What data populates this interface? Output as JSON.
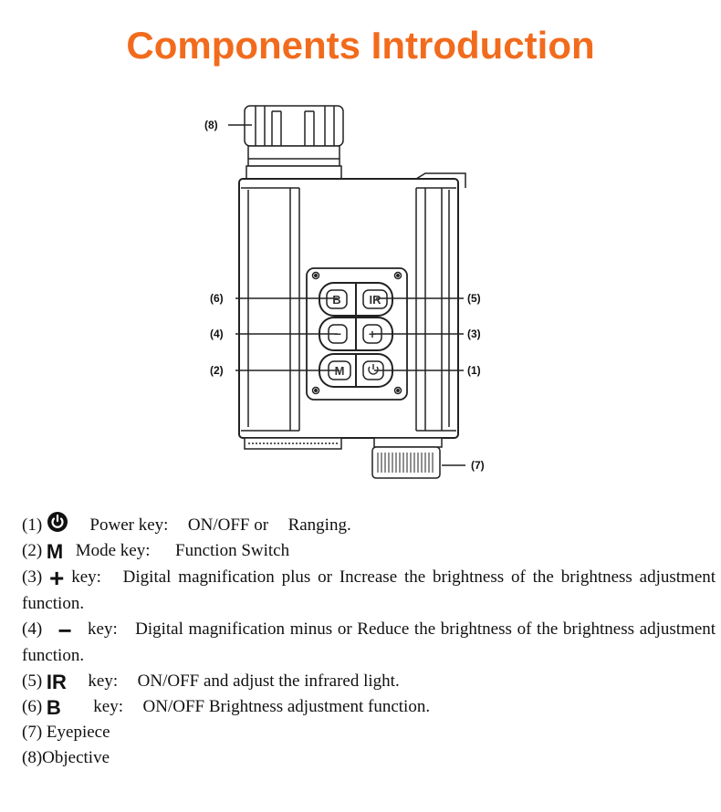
{
  "title": "Components Introduction",
  "callouts": {
    "c8": "(8)",
    "c6": "(6)",
    "c5": "(5)",
    "c4": "(4)",
    "c3": "(3)",
    "c2": "(2)",
    "c1": "(1)",
    "c7": "(7)"
  },
  "buttons": {
    "b": "B",
    "ir": "IR",
    "minus": "−",
    "plus": "+",
    "m": "M"
  },
  "icons": {
    "power": "power-icon"
  },
  "items": [
    {
      "num": "(1)",
      "glyph": "",
      "text_a": "Power key:",
      "text_b": "ON/OFF or",
      "text_c": "Ranging."
    },
    {
      "num": "(2)",
      "glyph": "M",
      "text_a": "Mode key:",
      "text_b": "Function Switch"
    },
    {
      "num": "(3)",
      "glyph": "+",
      "text_a": "key:",
      "text_b": "Digital magnification plus or Increase the brightness of the brightness adjustment function."
    },
    {
      "num": "(4)",
      "glyph": "−",
      "text_a": "key:",
      "text_b": "Digital magnification minus or Reduce the brightness of the brightness adjustment function."
    },
    {
      "num": "(5)",
      "glyph": "IR",
      "text_a": "key:",
      "text_b": "ON/OFF and adjust the infrared light."
    },
    {
      "num": "(6)",
      "glyph": "B",
      "text_a": "key:",
      "text_b": "ON/OFF Brightness adjustment function."
    },
    {
      "num": "(7)",
      "text_a": "Eyepiece"
    },
    {
      "num": "(8)",
      "text_a": "Objective"
    }
  ],
  "colors": {
    "title": "#f26b1d",
    "line": "#222222"
  }
}
